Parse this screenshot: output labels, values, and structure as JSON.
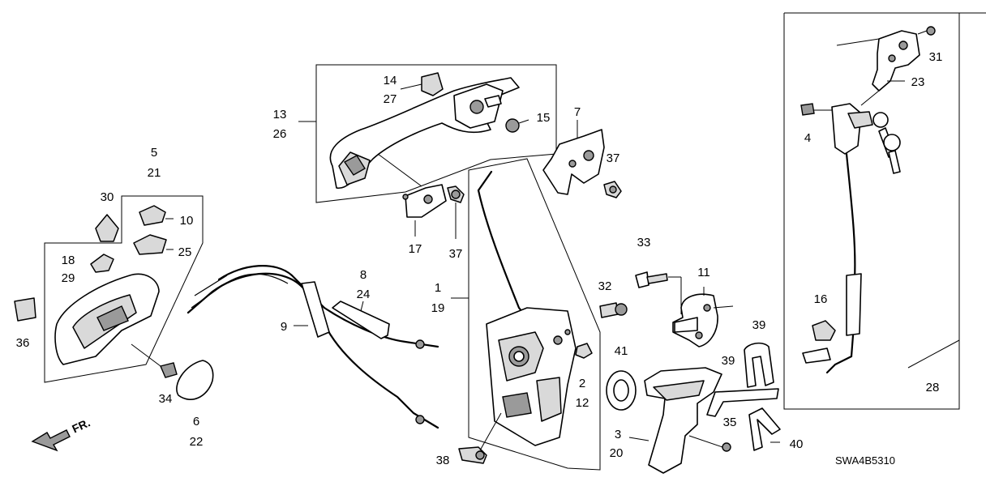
{
  "diagram_code": "SWA4B5310",
  "front_marker": "FR.",
  "labels": {
    "l1": "1",
    "l19": "19",
    "l2": "2",
    "l12": "12",
    "l3": "3",
    "l20": "20",
    "l4": "4",
    "l5": "5",
    "l21": "21",
    "l6": "6",
    "l22": "22",
    "l7": "7",
    "l8": "8",
    "l24": "24",
    "l9": "9",
    "l10": "10",
    "l11": "11",
    "l13": "13",
    "l26": "26",
    "l14": "14",
    "l27": "27",
    "l15": "15",
    "l16": "16",
    "l17": "17",
    "l18": "18",
    "l29": "29",
    "l23": "23",
    "l25": "25",
    "l28": "28",
    "l30": "30",
    "l31": "31",
    "l32": "32",
    "l33": "33",
    "l34": "34",
    "l35": "35",
    "l36": "36",
    "l37a": "37",
    "l37b": "37",
    "l38": "38",
    "l39a": "39",
    "l39b": "39",
    "l40": "40",
    "l41": "41"
  }
}
